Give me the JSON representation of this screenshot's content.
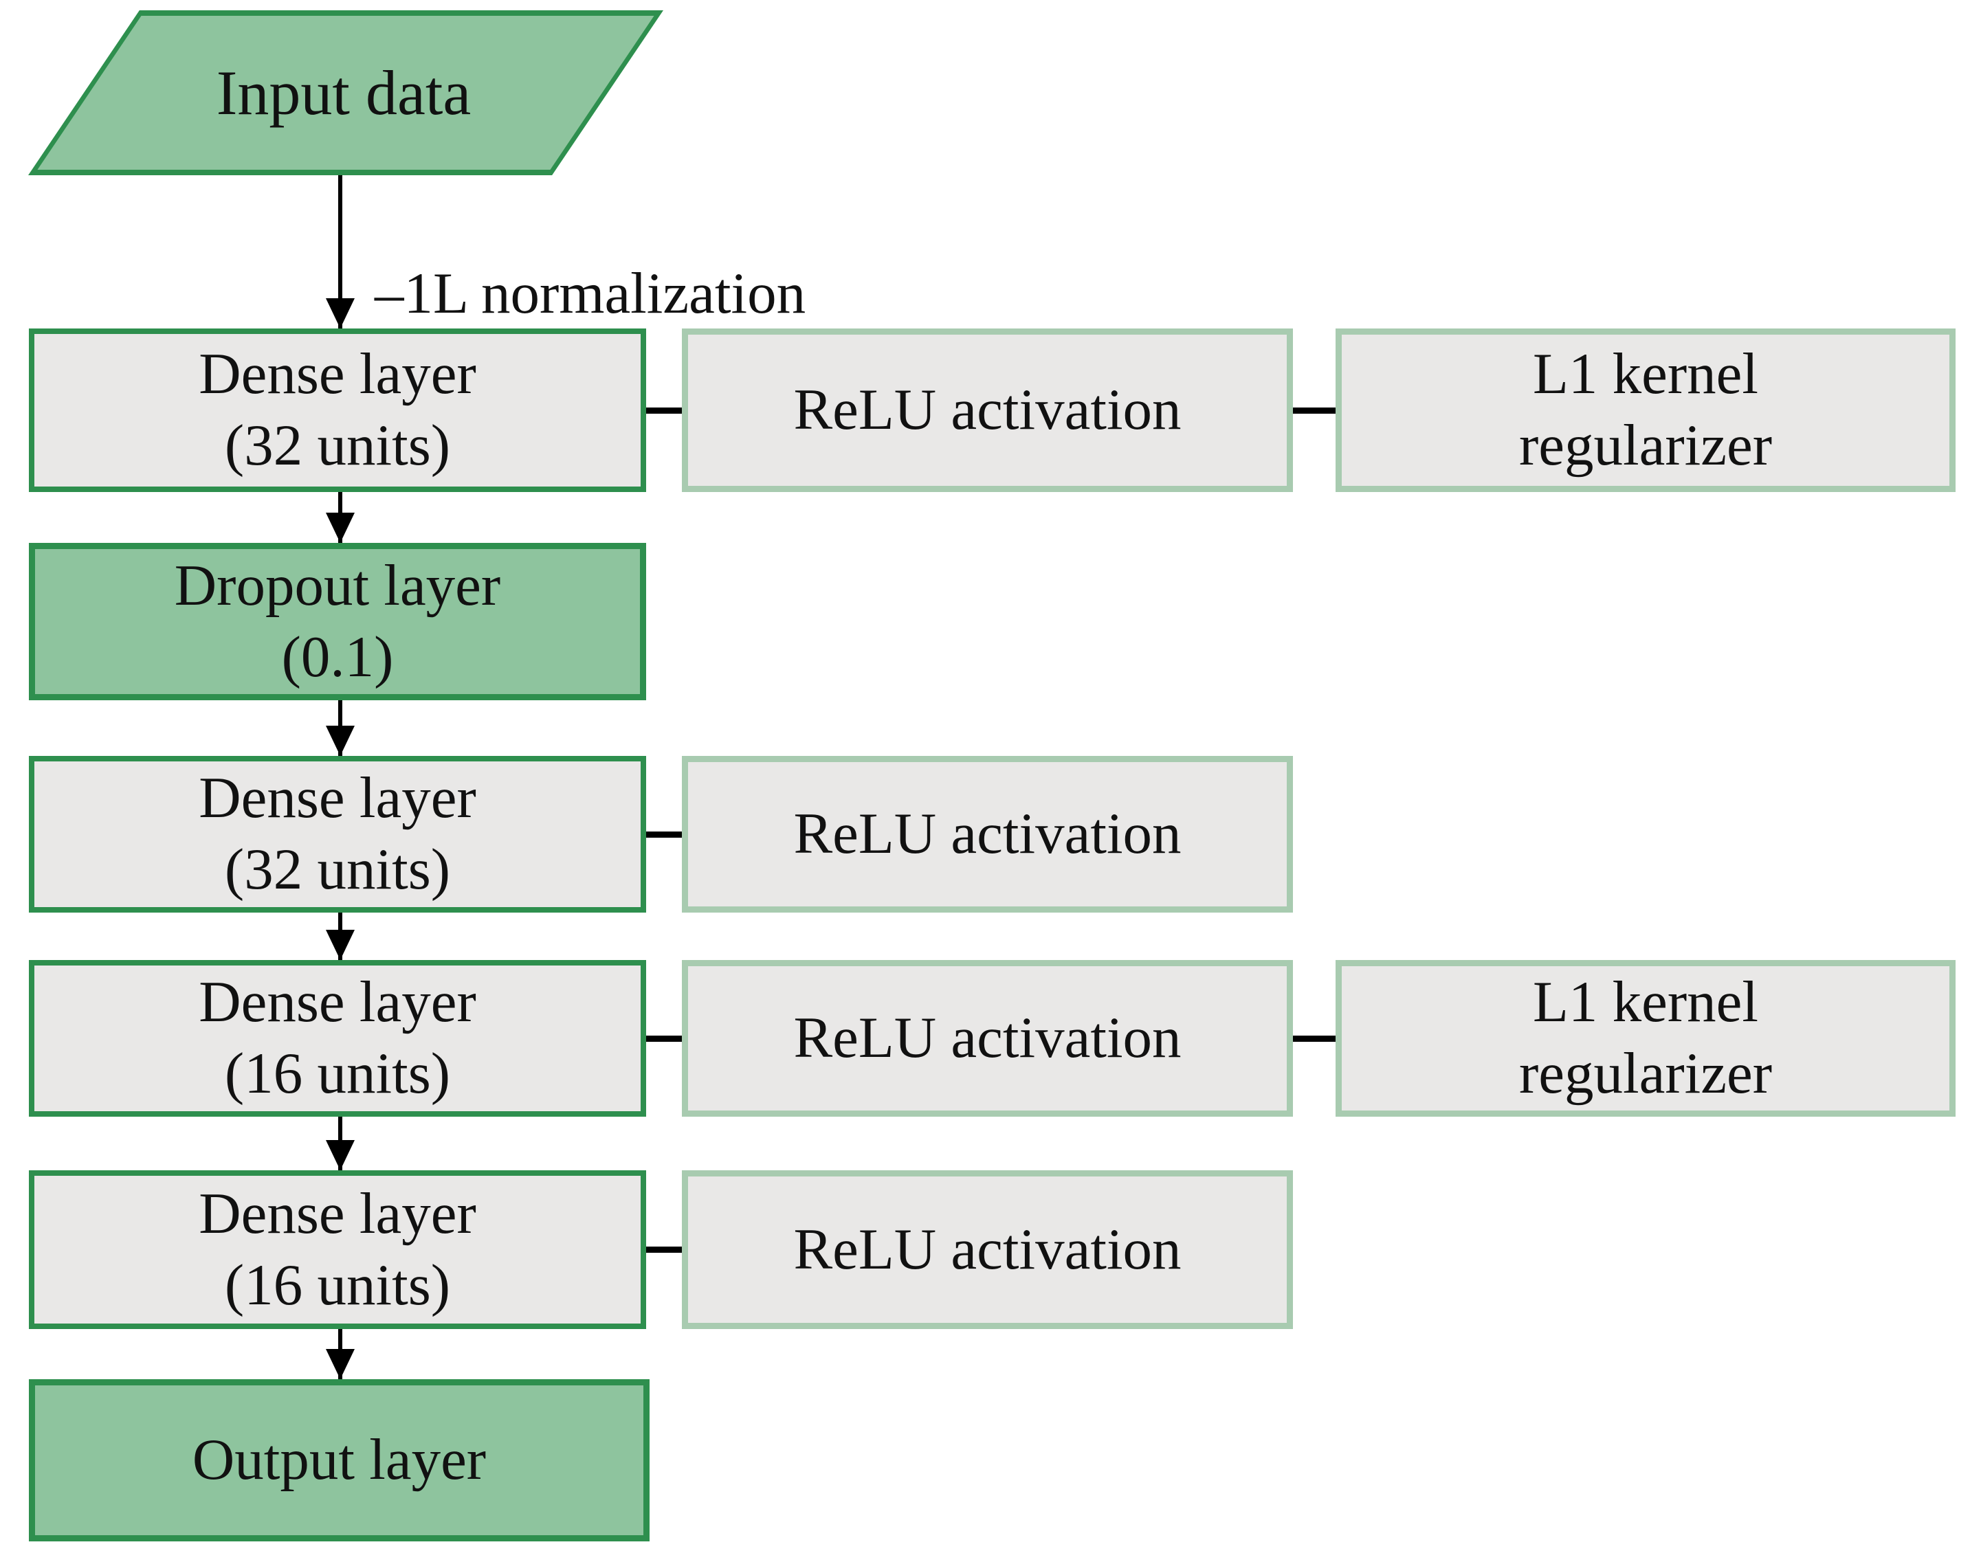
{
  "colors": {
    "canvas_bg": "#ffffff",
    "green_fill": "#8ec49e",
    "green_border": "#2e8f4e",
    "gray_fill": "#e9e8e7",
    "light_green_border": "#a8cbb0",
    "line_color": "#000000",
    "text_color": "#111111"
  },
  "nodes": {
    "input": {
      "label": "Input data"
    },
    "dense1": {
      "line1": "Dense layer",
      "line2": "(32 units)"
    },
    "relu1": {
      "line1": "ReLU activation"
    },
    "l1reg1": {
      "line1": "L1 kernel",
      "line2": "regularizer"
    },
    "dropout": {
      "line1": "Dropout layer",
      "line2": "(0.1)"
    },
    "dense2": {
      "line1": "Dense layer",
      "line2": "(32 units)"
    },
    "relu2": {
      "line1": "ReLU activation"
    },
    "dense3": {
      "line1": "Dense layer",
      "line2": "(16 units)"
    },
    "relu3": {
      "line1": "ReLU activation"
    },
    "l1reg2": {
      "line1": "L1 kernel",
      "line2": "regularizer"
    },
    "dense4": {
      "line1": "Dense layer",
      "line2": "(16 units)"
    },
    "relu4": {
      "line1": "ReLU activation"
    },
    "output": {
      "line1": "Output layer"
    }
  },
  "edges": {
    "normalization_label": "–1L normalization"
  }
}
